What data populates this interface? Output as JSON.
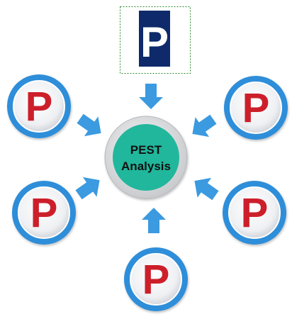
{
  "diagram": {
    "center": {
      "line1": "PEST",
      "line2": "Analysis",
      "fill_color": "#21b79c",
      "ring_color": "#d3d5d8"
    },
    "top_sign": {
      "letter": "P",
      "bg_color": "#0e2a6b",
      "selection_border_color": "#2e8b2e"
    },
    "nodes": [
      {
        "id": "left-upper",
        "letter": "P"
      },
      {
        "id": "right-upper",
        "letter": "P"
      },
      {
        "id": "left-lower",
        "letter": "P"
      },
      {
        "id": "right-lower",
        "letter": "P"
      },
      {
        "id": "bottom",
        "letter": "P"
      }
    ],
    "colors": {
      "node_ring": "#2f8ed9",
      "node_letter": "#cc1f2a",
      "arrow": "#3b9ae0"
    }
  }
}
